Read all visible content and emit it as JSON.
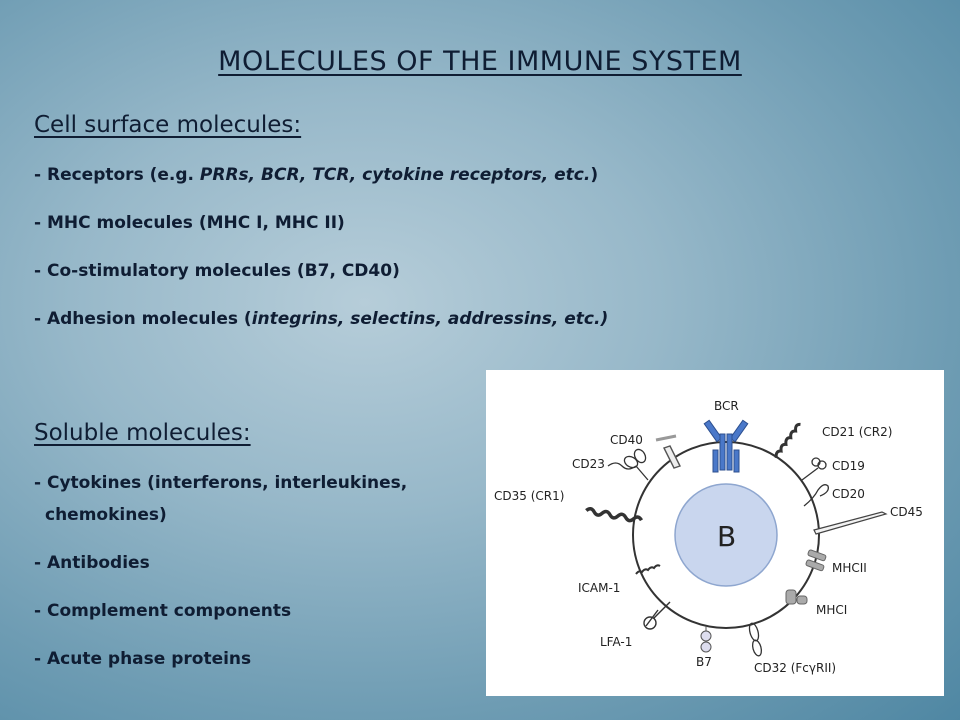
{
  "title": "MOLECULES OF THE IMMUNE SYSTEM",
  "cell_surface": {
    "heading": "Cell surface molecules:",
    "items": [
      {
        "prefix": "- ",
        "text": "Receptors (e.g. ",
        "italic": "PRRs, BCR, TCR, cytokine receptors, etc.",
        "suffix": ")"
      },
      {
        "prefix": "- ",
        "text": "MHC molecules (MHC I, MHC II)"
      },
      {
        "prefix": "- ",
        "text": "Co-stimulatory molecules (B7, CD40)"
      },
      {
        "prefix": "- ",
        "text": "Adhesion molecules (",
        "italic": "integrins, selectins, addressins, etc.)"
      }
    ]
  },
  "soluble": {
    "heading": "Soluble molecules:",
    "items": [
      {
        "prefix": "- ",
        "text": "Cytokines (interferons, interleukines,",
        "line2": "chemokines)"
      },
      {
        "prefix": "- ",
        "text": "Antibodies"
      },
      {
        "prefix": "- ",
        "text": "Complement components"
      },
      {
        "prefix": "- ",
        "text": "Acute phase proteins"
      }
    ]
  },
  "figure": {
    "cell_label": "B",
    "labels": {
      "bcr": "BCR",
      "cd40": "CD40",
      "cd21": "CD21 (CR2)",
      "cd23": "CD23",
      "cd19": "CD19",
      "cd20": "CD20",
      "cd35": "CD35 (CR1)",
      "cd45": "CD45",
      "mhcii": "MHCII",
      "icam1": "ICAM-1",
      "mhci": "MHCI",
      "lfa1": "LFA-1",
      "b7": "B7",
      "cd32": "CD32 (FcγRII)"
    },
    "colors": {
      "bcr": "#4a78c9",
      "nucleus": "#c9d6ee"
    }
  }
}
